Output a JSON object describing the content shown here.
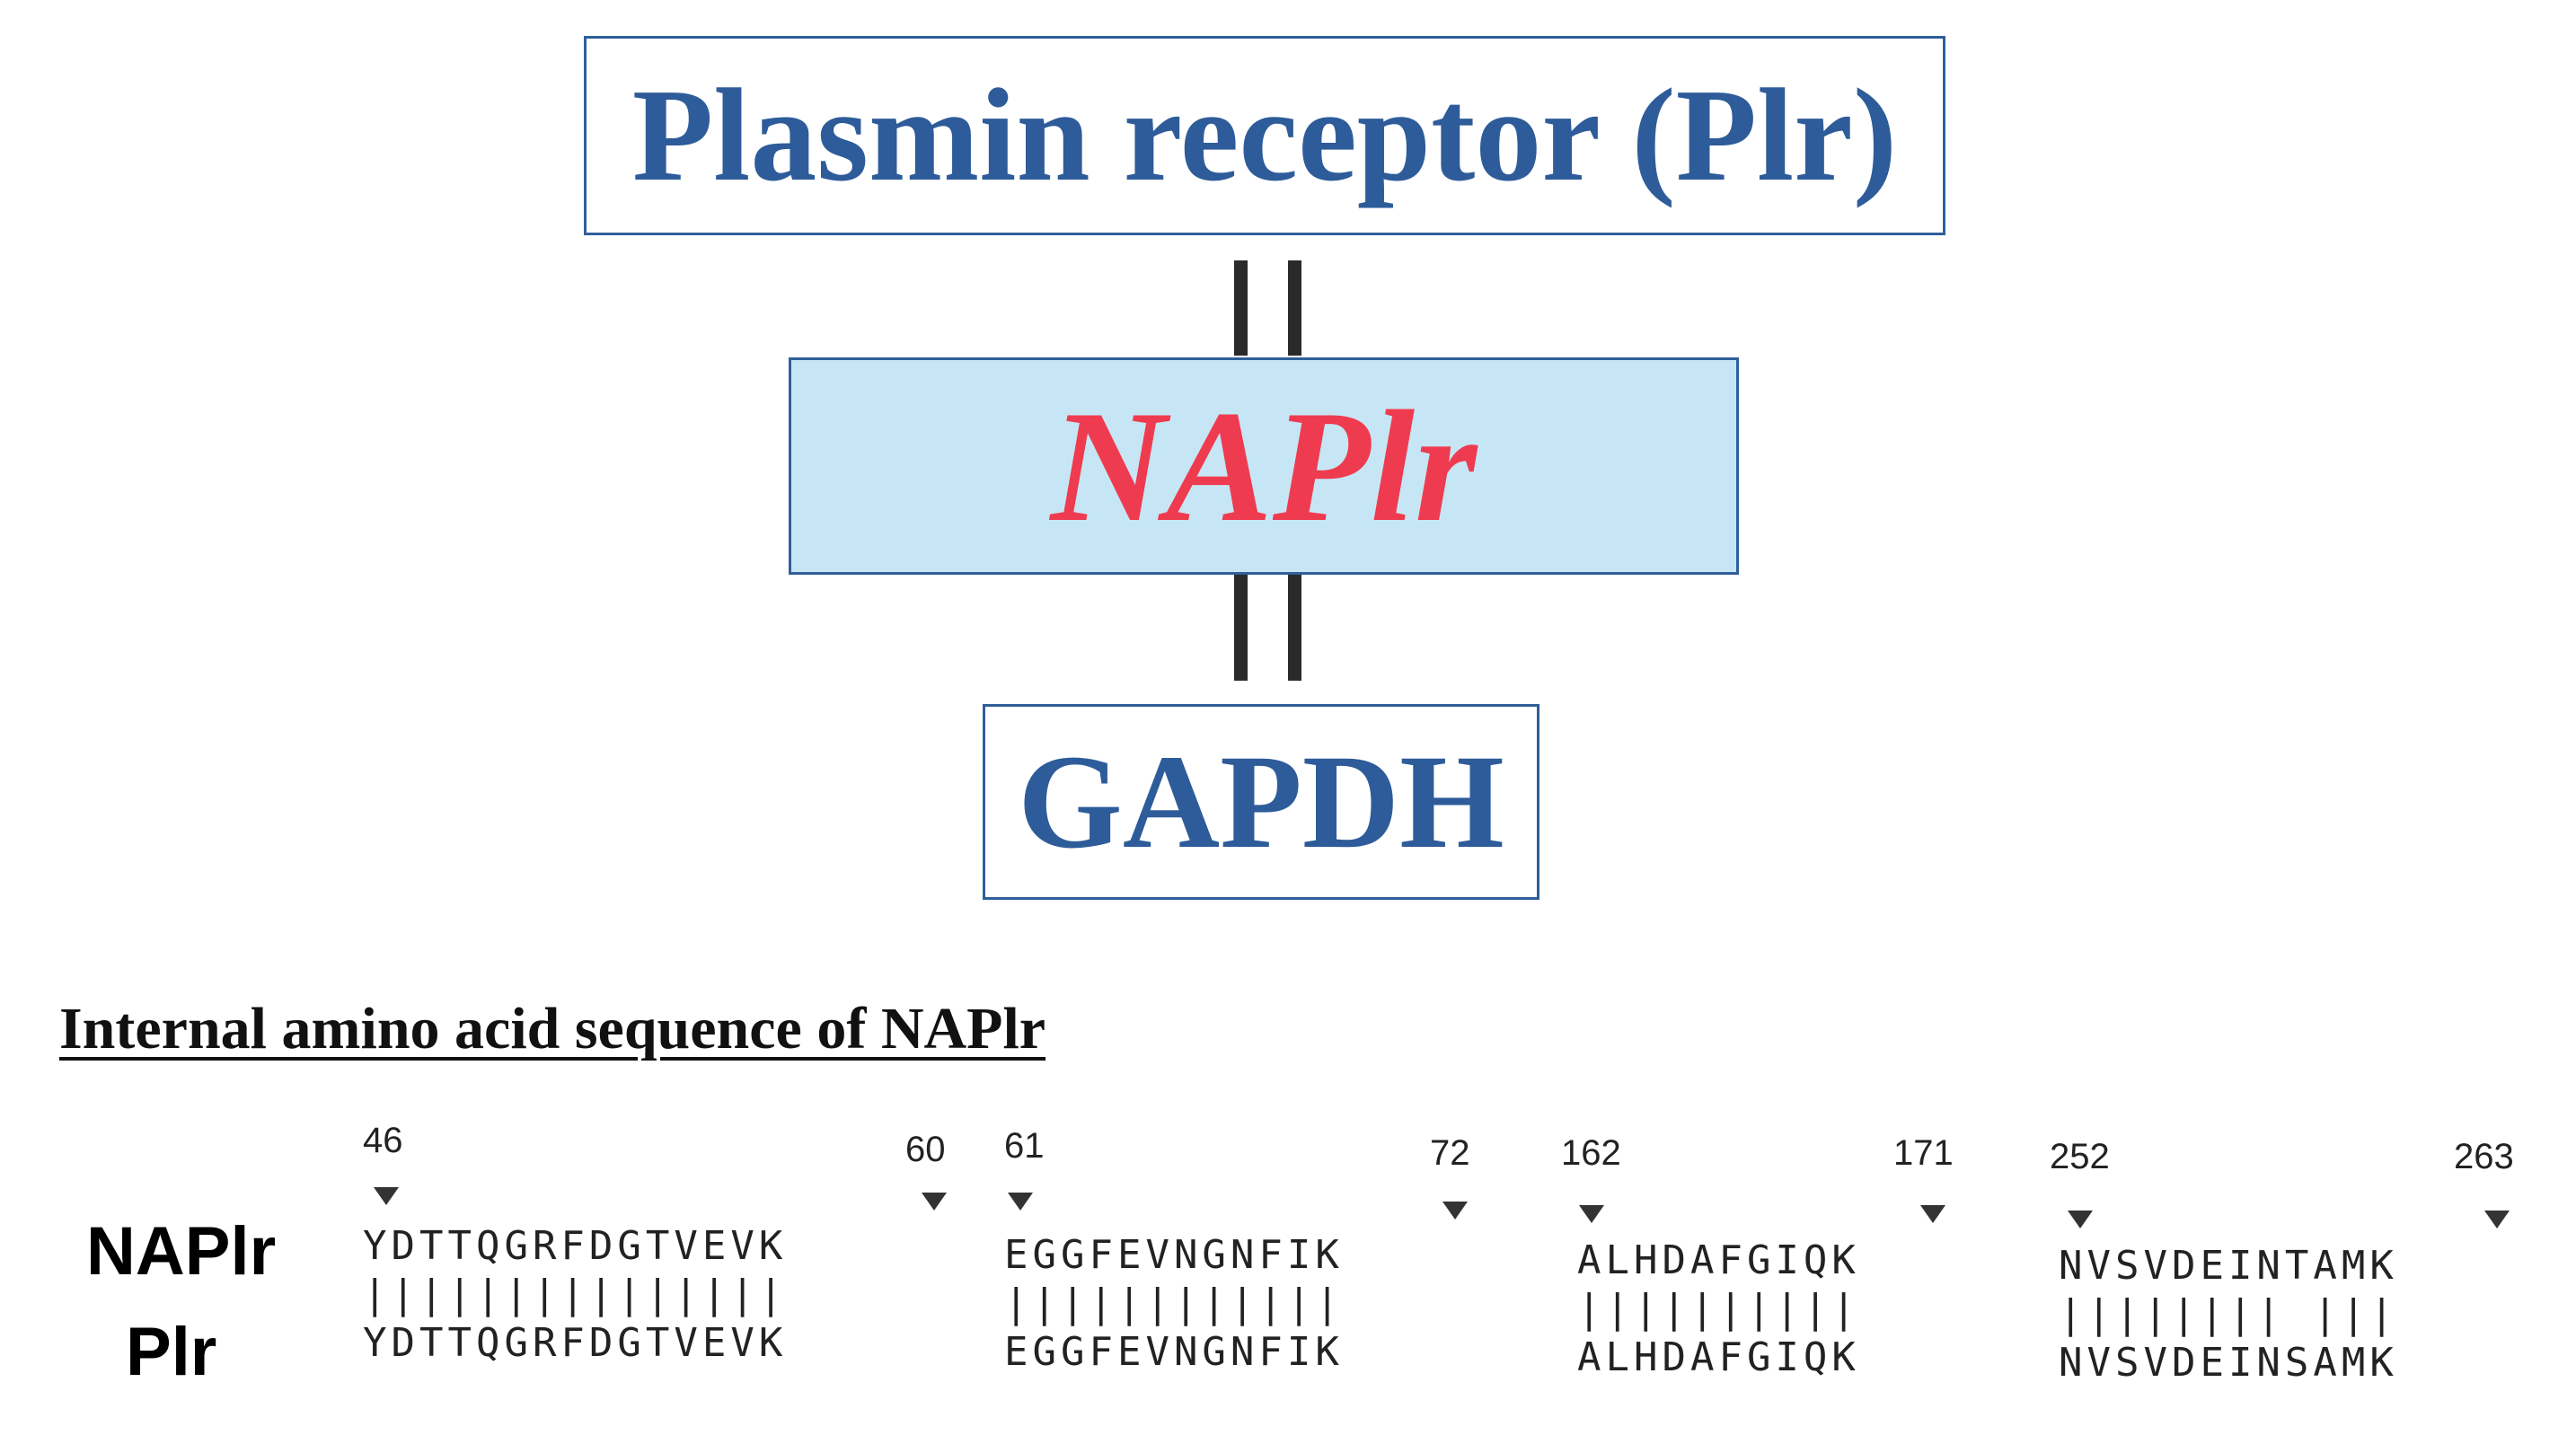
{
  "diagram": {
    "top_box": "Plasmin receptor (Plr)",
    "middle_box": "NAPlr",
    "bottom_box": "GAPDH",
    "colors": {
      "box_border": "#2f5f9b",
      "title_text": "#2e5c9a",
      "naplr_text": "#ef3b4f",
      "naplr_fill": "#c7e6f5"
    }
  },
  "alignment": {
    "heading": "Internal amino acid sequence of NAPlr",
    "row_labels": [
      "NAPlr",
      "Plr"
    ],
    "segments": [
      {
        "start": "46",
        "end": "60",
        "naplr": "YDTTQGRFDGTVEVK",
        "plr": "YDTTQGRFDGTVEVK",
        "matches": "|||||||||||||||"
      },
      {
        "start": "61",
        "end": "72",
        "naplr": "EGGFEVNGNFIK",
        "plr": "EGGFEVNGNFIK",
        "matches": "||||||||||||"
      },
      {
        "start": "162",
        "end": "171",
        "naplr": "ALHDAFGIQK",
        "plr": "ALHDAFGIQK",
        "matches": "||||||||||"
      },
      {
        "start": "252",
        "end": "263",
        "naplr": "NVSVDEINTAMK",
        "plr": "NVSVDEINSAMK",
        "matches": "|||||||| |||"
      }
    ]
  }
}
